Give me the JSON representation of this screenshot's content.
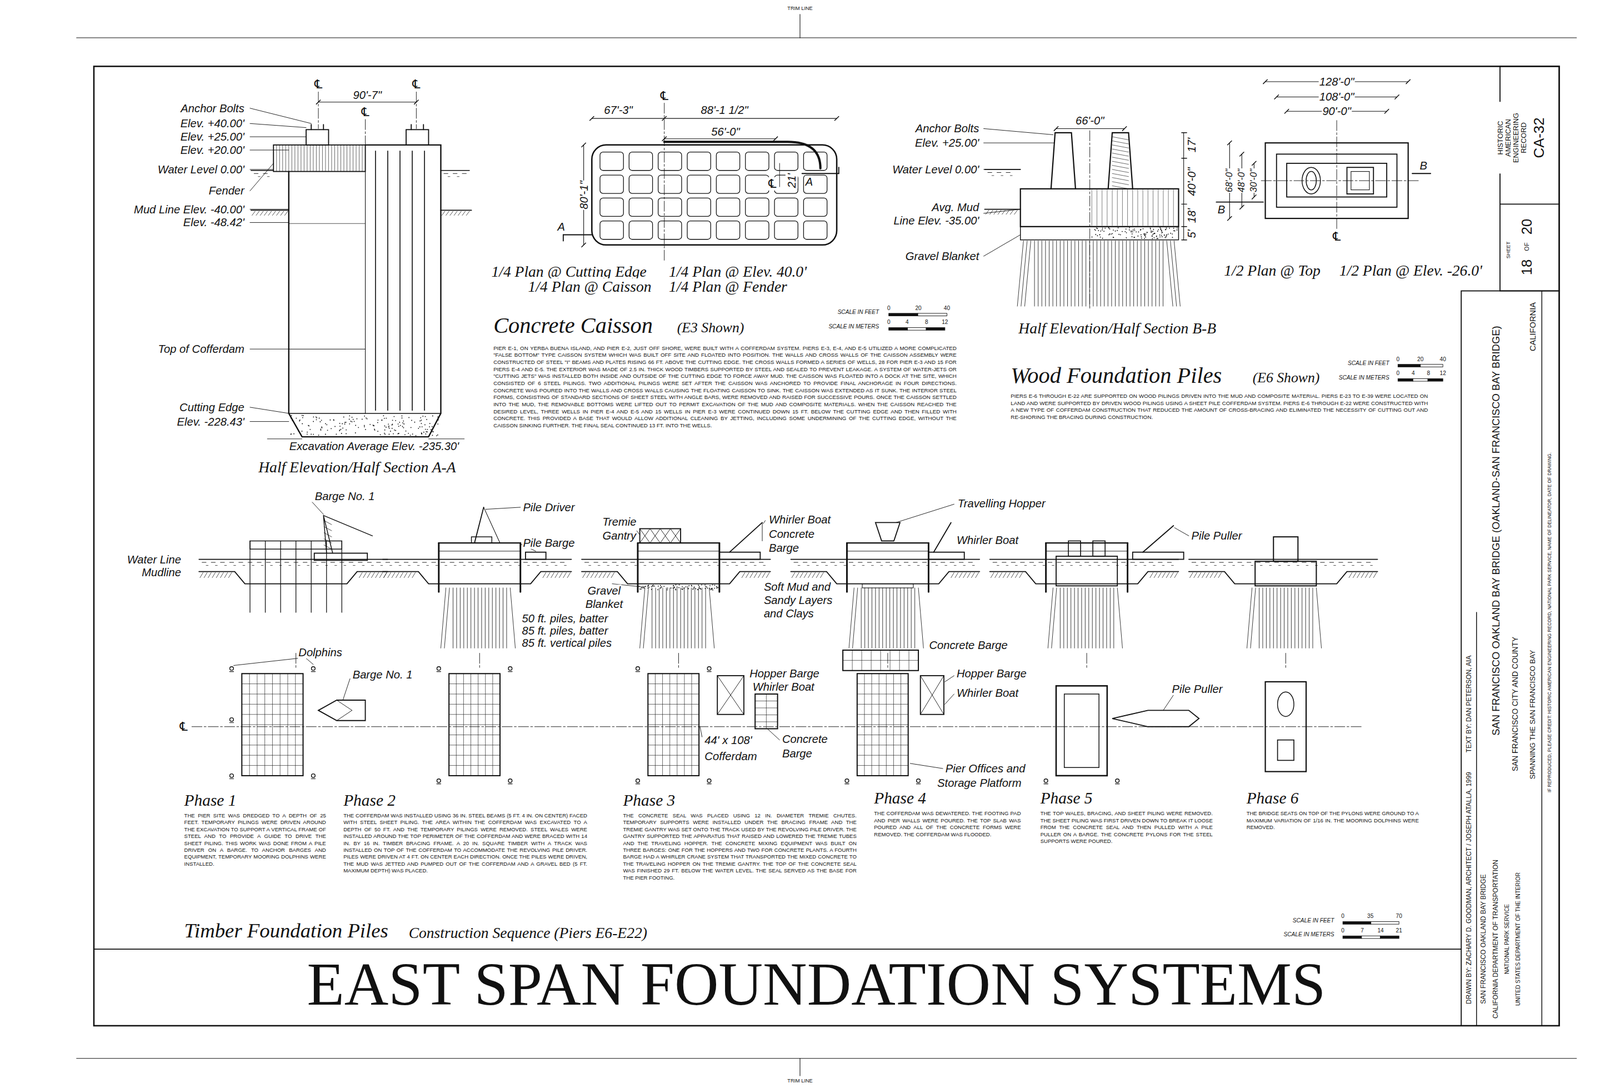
{
  "diagram": {
    "title": "EAST SPAN FOUNDATION SYSTEMS",
    "labels": [
      "Anchor Bolts",
      "Elev. +40.00'",
      "Elev. +25.00'",
      "Elev. +20.00'",
      "Water Level 0.00'",
      "Fender",
      "Mud Line Elev. -40.00'",
      "Elev. -48.42'",
      "Top of Cofferdam",
      "Cutting Edge",
      "Elev. -228.43'",
      "Excavation Average Elev. -235.30'",
      "Half Elevation/Half Section A-A",
      "90'-7\"",
      "℄",
      "℄",
      "℄",
      "℄",
      "67'-3\"",
      "88'-1 1/2\"",
      "56'-0\"",
      "80'-1\"",
      "21'",
      "℄",
      "A",
      "A",
      "1/4 Plan @ Cutting Edge",
      "1/4 Plan @ Elev. 40.0'",
      "1/4 Plan @ Caisson",
      "1/4 Plan @ Fender",
      "Concrete Caisson",
      "(E3 Shown)",
      "SCALE IN FEET",
      "0",
      "20",
      "40",
      "SCALE IN METERS",
      "0",
      "4",
      "8",
      "12",
      "PIER E-1, ON YERBA BUENA ISLAND, AND PIER E-2, JUST OFF SHORE, WERE BUILT WITH A COFFERDAM SYSTEM. PIERS E-3, E-4, AND E-5 UTILIZED A MORE COMPLICATED \"FALSE BOTTOM\" TYPE CAISSON SYSTEM WHICH WAS BUILT OFF SITE AND FLOATED INTO POSITION. THE WALLS AND CROSS WALLS OF THE CAISSON ASSEMBLY WERE CONSTRUCTED OF STEEL \"I\" BEAMS AND PLATES RISING 66 FT. ABOVE THE CUTTING EDGE. THE CROSS WALLS FORMED A SERIES OF WELLS, 28 FOR PIER E-3 AND 15 FOR PIERS E-4 AND E-5. THE EXTERIOR WAS MADE OF 2.5 IN. THICK WOOD TIMBERS SUPPORTED BY STEEL AND SEALED TO PREVENT LEAKAGE. A SYSTEM OF WATER-JETS OR \"CUTTING JETS\" WAS INSTALLED BOTH INSIDE AND OUTSIDE OF THE CUTTING EDGE TO FORCE AWAY MUD. THE CAISSON WAS FLOATED INTO A DOCK AT THE SITE, WHICH CONSISTED OF 6 STEEL PILINGS. TWO ADDITIONAL PILINGS WERE SET AFTER THE CAISSON WAS ANCHORED TO PROVIDE FINAL ANCHORAGE IN FOUR DIRECTIONS. CONCRETE WAS POURED INTO THE WALLS AND CROSS WALLS CAUSING THE FLOATING CAISSON TO SINK. THE CAISSON WAS EXTENDED AS IT SUNK. THE INTERIOR STEEL FORMS, CONSISTING OF STANDARD SECTIONS OF SHEET STEEL WITH ANGLE BARS, WERE REMOVED AND RAISED FOR SUCCESSIVE POURS. ONCE THE CAISSON SETTLED INTO THE MUD, THE REMOVABLE BOTTOMS WERE LIFTED OUT TO PERMIT EXCAVATION OF THE MUD AND COMPOSITE MATERIALS. WHEN THE CAISSON REACHED THE DESIRED LEVEL, THREE WELLS IN PIER E-4 AND E-5 AND 15 WELLS IN PIER E-3 WERE CONTINUED DOWN 15 FT. BELOW THE CUTTING EDGE AND THEN FILLED WITH CONCRETE. THIS PROVIDED A BASE THAT WOULD ALLOW ADDITIONAL CLEANING BY JETTING, INCLUDING SOME UNDERMINING OF THE CUTTING EDGE, WITHOUT THE CAISSON SINKING FURTHER. THE FINAL SEAL CONTINUED 13 FT. INTO THE WELLS.",
      "Anchor Bolts",
      "Elev. +25.00'",
      "Water Level 0.00'",
      "Avg. Mud",
      "Line Elev. -35.00'",
      "Gravel Blanket",
      "66'-0\"",
      "17'",
      "40'-0\"",
      "18'",
      "5'",
      "Half Elevation/Half Section B-B",
      "128'-0\"",
      "108'-0\"",
      "90'-0\"",
      "68'-0\"",
      "48'-0\"",
      "30'-0\"",
      "B",
      "B",
      "℄",
      "1/2 Plan @ Top",
      "1/2 Plan @ Elev. -26.0'",
      "Wood Foundation Piles",
      "(E6 Shown)",
      "SCALE IN FEET",
      "0",
      "20",
      "40",
      "SCALE IN METERS",
      "0",
      "4",
      "8",
      "12",
      "PIERS E-6 THROUGH E-22 ARE SUPPORTED ON WOOD PILINGS DRIVEN INTO THE MUD AND COMPOSITE MATERIAL. PIERS E-23 TO E-39 WERE LOCATED ON LAND AND WERE SUPPORTED BY DRIVEN WOOD PILINGS USING A SHEET PILE COFFERDAM SYSTEM. PIERS E-6 THROUGH E-22 WERE CONSTRUCTED WITH A NEW TYPE OF COFFERDAM CONSTRUCTION THAT REDUCED THE AMOUNT OF CROSS-BRACING AND ELIMINATED THE NECESSITY OF CUTTING OUT AND RE-SHORING THE BRACING DURING CONSTRUCTION.",
      "Barge No. 1",
      "Water Line",
      "Mudline",
      "Pile Driver",
      "Pile Barge",
      "50 ft. piles, batter",
      "85 ft. piles, batter",
      "85 ft. vertical piles",
      "Tremie",
      "Gantry",
      "Gravel",
      "Blanket",
      "Whirler Boat",
      "Concrete",
      "Barge",
      "Soft Mud and",
      "Sandy Layers",
      "and Clays",
      "Travelling Hopper",
      "Whirler Boat",
      "Pile Puller",
      "Dolphins",
      "Barge No. 1",
      "℄",
      "44' x 108'",
      "Cofferdam",
      "Hopper Barge",
      "Whirler Boat",
      "Concrete",
      "Barge",
      "Concrete Barge",
      "Hopper Barge",
      "Whirler Boat",
      "Pier Offices and",
      "Storage Platform",
      "Pile Puller",
      "Phase 1",
      "THE PIER SITE WAS DREDGED TO A DEPTH OF 25 FEET. TEMPORARY PILINGS WERE DRIVEN AROUND THE EXCAVATION TO SUPPORT A VERTICAL FRAME OF STEEL AND TO PROVIDE A GUIDE TO DRIVE THE SHEET PILING. THIS WORK WAS DONE FROM A PILE DRIVER ON A BARGE. TO ANCHOR BARGES AND EQUIPMENT, TEMPORARY MOORING DOLPHINS WERE INSTALLED.",
      "Phase 2",
      "THE COFFERDAM WAS INSTALLED USING 36 IN. STEEL BEAMS (5 FT. 4 IN. ON CENTER) FACED WITH STEEL SHEET PILING. THE AREA WITHIN THE COFFERDAM WAS EXCAVATED TO A DEPTH OF 50 FT. AND THE TEMPORARY PILINGS WERE REMOVED. STEEL WALES WERE INSTALLED AROUND THE TOP PERIMETER OF THE COFFERDAM AND WERE BRACED WITH 14 IN. BY 16 IN. TIMBER BRACING FRAME. A 20 IN. SQUARE TIMBER WITH A TRACK WAS INSTALLED ON TOP OF THE COFFERDAM TO ACCOMMODATE THE REVOLVING PILE DRIVER. PILES WERE DRIVEN AT 4 FT. ON CENTER EACH DIRECTION. ONCE THE PILES WERE DRIVEN, THE MUD WAS JETTED AND PUMPED OUT OF THE COFFERDAM AND A GRAVEL BED (5 FT. MAXIMUM DEPTH) WAS PLACED.",
      "Phase 3",
      "THE CONCRETE SEAL WAS PLACED USING 12 IN. DIAMETER TREMIE CHUTES. TEMPORARY SUPPORTS WERE INSTALLED UNDER THE BRACING FRAME AND THE TREMIE GANTRY WAS SET ONTO THE TRACK USED BY THE REVOLVING PILE DRIVER. THE GANTRY SUPPORTED THE APPARATUS THAT RAISED AND LOWERED THE TREMIE TUBES AND THE TRAVELING HOPPER. THE CONCRETE MIXING EQUIPMENT WAS BUILT ON THREE BARGES: ONE FOR THE HOPPERS AND TWO FOR CONCRETE PLANTS. A FOURTH BARGE HAD A WHIRLER CRANE SYSTEM THAT TRANSPORTED THE MIXED CONCRETE TO THE TRAVELING HOPPER ON THE TREMIE GANTRY. THE TOP OF THE CONCRETE SEAL WAS FINISHED 29 FT. BELOW THE WATER LEVEL. THE SEAL SERVED AS THE BASE FOR THE PIER FOOTING.",
      "Phase 4",
      "THE COFFERDAM WAS DEWATERED. THE FOOTING PAD AND PIER WALLS WERE POURED. THE TOP SLAB WAS POURED AND ALL OF THE CONCRETE FORMS WERE REMOVED. THE COFFERDAM WAS FLOODED.",
      "Phase 5",
      "THE TOP WALES, BRACING, AND SHEET PILING WERE REMOVED. THE SHEET PILING WAS FIRST DRIVEN DOWN TO BREAK IT LOOSE FROM THE CONCRETE SEAL AND THEN PULLED WITH A PILE PULLER ON A BARGE. THE CONCRETE PYLONS FOR THE STEEL SUPPORTS WERE POURED.",
      "Phase 6",
      "THE BRIDGE SEATS ON TOP OF THE PYLONS WERE GROUND TO A MAXIMUM VARIATION OF 1/16 IN. THE MOORING DOLPHINS WERE REMOVED.",
      "Timber Foundation Piles",
      "Construction Sequence (Piers E6-E22)",
      "SCALE IN FEET",
      "0",
      "35",
      "70",
      "SCALE IN METERS",
      "0",
      "7",
      "14",
      "21",
      "TRIM LINE",
      "TRIM LINE",
      "HISTORIC AMERICAN ENGINEERING RECORD",
      "CA-32",
      "SHEET",
      "18",
      "OF",
      "20",
      "CALIFORNIA",
      "SAN FRANCISCO OAKLAND BAY BRIDGE (OAKLAND-SAN FRANCISCO BAY BRIDGE)",
      "SAN FRANCISCO CITY AND COUNTY",
      "SPANNING THE SAN FRANCISCO BAY",
      "IF REPRODUCED, PLEASE CREDIT: HISTORIC AMERICAN ENGINEERING RECORD, NATIONAL PARK SERVICE, NAME OF DELINEATOR, DATE OF DRAWING.",
      "DRAWN BY: ZACHARY D. GOODMAN, ARCHITECT / JOSEPH ATALLA, 1999",
      "TEXT BY: DAN PETERSON, AIA",
      "SAN FRANCISCO OAKLAND BAY BRIDGE",
      "CALIFORNIA DEPARTMENT OF TRANSPORTATION",
      "NATIONAL PARK SERVICE",
      "UNITED STATES DEPARTMENT OF THE INTERIOR"
    ]
  }
}
